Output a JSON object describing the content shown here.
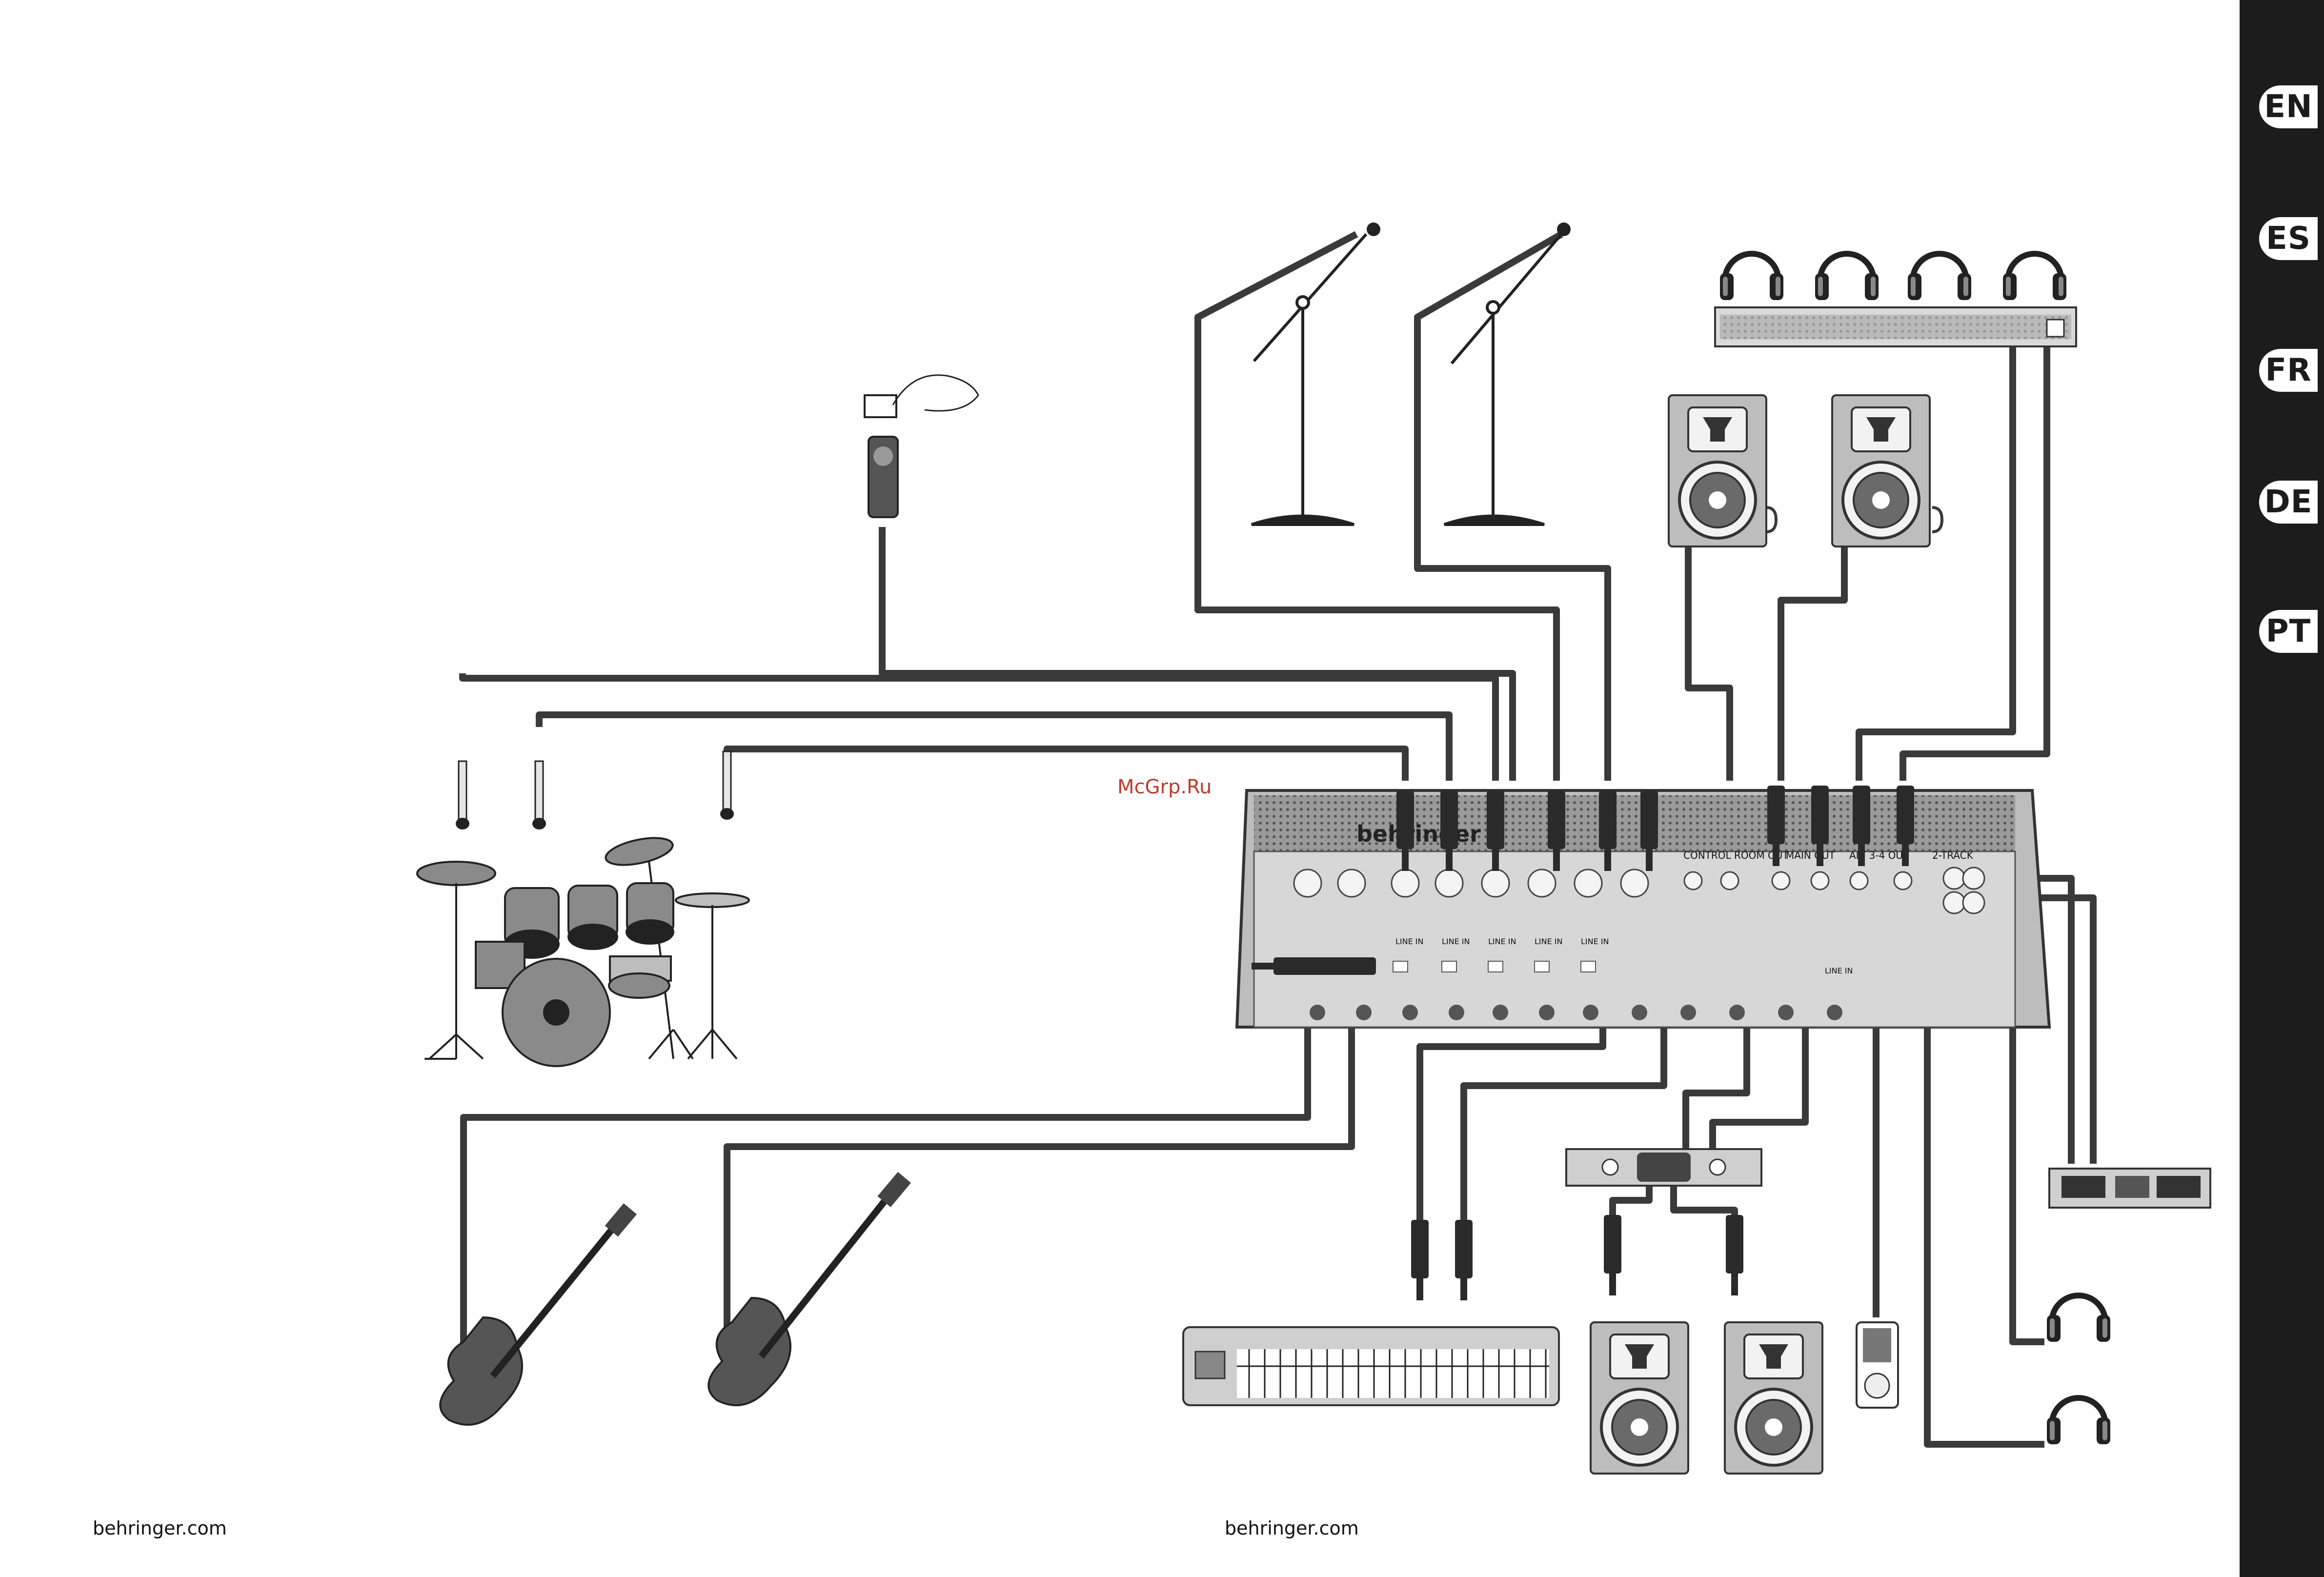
{
  "languages": [
    "EN",
    "ES",
    "FR",
    "DE",
    "PT"
  ],
  "footer": {
    "left_url": "behringer.com",
    "right_url": "behringer.com"
  },
  "watermark": "McGrp.Ru",
  "mixer": {
    "brand": "behringer",
    "sections": [
      "CONTROL ROOM OUT",
      "MAIN OUT",
      "ALT 3-4 OUT",
      "2-TRACK"
    ],
    "channel_labels": [
      "LINE IN",
      "LINE IN",
      "LINE IN",
      "LINE IN",
      "LINE IN",
      "LINE IN"
    ]
  },
  "colors": {
    "sidebar": "#1c1c1c",
    "cable": "#3a3a3a",
    "device_gray": "#8a8a8a",
    "device_light": "#cfcfcf",
    "watermark": "#c0392b"
  }
}
